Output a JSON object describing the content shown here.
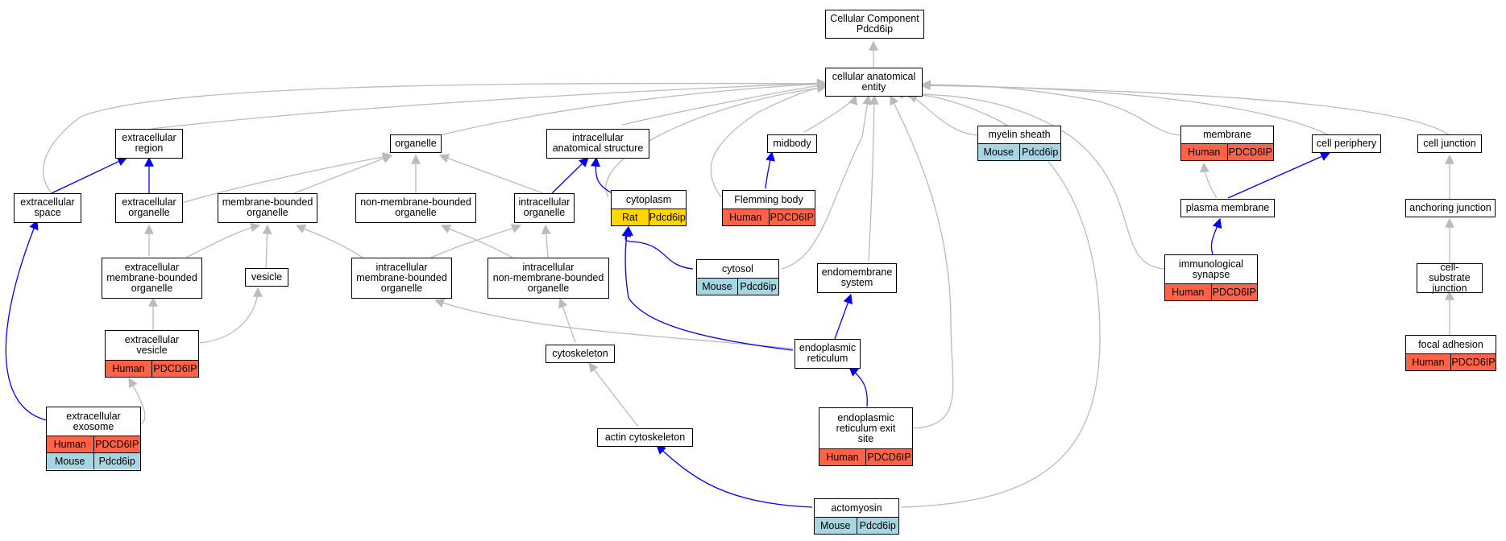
{
  "colors": {
    "edge_grey": "#bbbbbb",
    "edge_blue": "#0000ff",
    "Human": "#ff6347",
    "Mouse": "#a8d5e2",
    "Rat": "#ffd700"
  },
  "nodes": {
    "root": {
      "label": "Cellular Component\nPdcd6ip"
    },
    "cae": {
      "label": "cellular anatomical\nentity"
    },
    "er": {
      "label": "extracellular\nregion"
    },
    "org": {
      "label": "organelle"
    },
    "ias": {
      "label": "intracellular\nanatomical structure"
    },
    "mid": {
      "label": "midbody"
    },
    "mye": {
      "label": "myelin sheath",
      "tags": [
        "Mouse",
        "Pdcd6ip"
      ]
    },
    "mem": {
      "label": "membrane",
      "tags": [
        "Human",
        "PDCD6IP"
      ]
    },
    "cper": {
      "label": "cell periphery"
    },
    "cj": {
      "label": "cell junction"
    },
    "es": {
      "label": "extracellular\nspace"
    },
    "eo": {
      "label": "extracellular\norganelle"
    },
    "mbo": {
      "label": "membrane-bounded\norganelle"
    },
    "nmbo": {
      "label": "non-membrane-bounded\norganelle"
    },
    "io": {
      "label": "intracellular\norganelle"
    },
    "cyto": {
      "label": "cytoplasm",
      "tags": [
        "Rat",
        "Pdcd6ip"
      ]
    },
    "flem": {
      "label": "Flemming body",
      "tags": [
        "Human",
        "PDCD6IP"
      ]
    },
    "pm": {
      "label": "plasma membrane"
    },
    "aj": {
      "label": "anchoring junction"
    },
    "embo": {
      "label": "extracellular\nmembrane-bounded\norganelle"
    },
    "ves": {
      "label": "vesicle"
    },
    "imbo": {
      "label": "intracellular\nmembrane-bounded\norganelle"
    },
    "inmbo": {
      "label": "intracellular\nnon-membrane-bounded\norganelle"
    },
    "cytosol": {
      "label": "cytosol",
      "tags": [
        "Mouse",
        "Pdcd6ip"
      ]
    },
    "ems": {
      "label": "endomembrane\nsystem"
    },
    "imm": {
      "label": "immunological\nsynapse",
      "tags": [
        "Human",
        "PDCD6IP"
      ]
    },
    "csj": {
      "label": "cell-substrate\njunction"
    },
    "ev": {
      "label": "extracellular\nvesicle",
      "tags": [
        "Human",
        "PDCD6IP"
      ]
    },
    "cysk": {
      "label": "cytoskeleton"
    },
    "endo": {
      "label": "endoplasmic\nreticulum"
    },
    "fa": {
      "label": "focal adhesion",
      "tags": [
        "Human",
        "PDCD6IP"
      ]
    },
    "exo": {
      "label": "extracellular\nexosome",
      "tags": [
        "Human",
        "PDCD6IP"
      ],
      "tags2": [
        "Mouse",
        "Pdcd6ip"
      ]
    },
    "erex": {
      "label": "endoplasmic\nreticulum exit\nsite",
      "tags": [
        "Human",
        "PDCD6IP"
      ]
    },
    "acsk": {
      "label": "actin cytoskeleton"
    },
    "acto": {
      "label": "actomyosin",
      "tags": [
        "Mouse",
        "Pdcd6ip"
      ]
    }
  }
}
